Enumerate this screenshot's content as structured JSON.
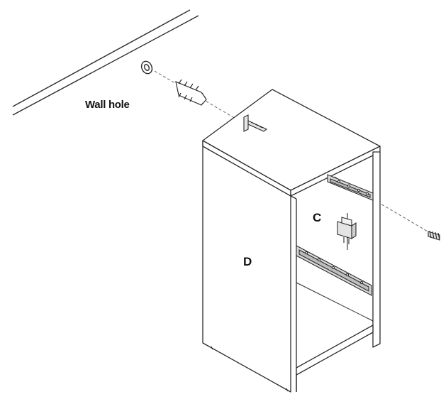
{
  "labels": {
    "wall_hole": "Wall hole",
    "part_c": "C",
    "part_d": "D"
  },
  "colors": {
    "line": "#2b2b2b",
    "fill": "#ffffff",
    "hardware": "#cfcfcf"
  }
}
